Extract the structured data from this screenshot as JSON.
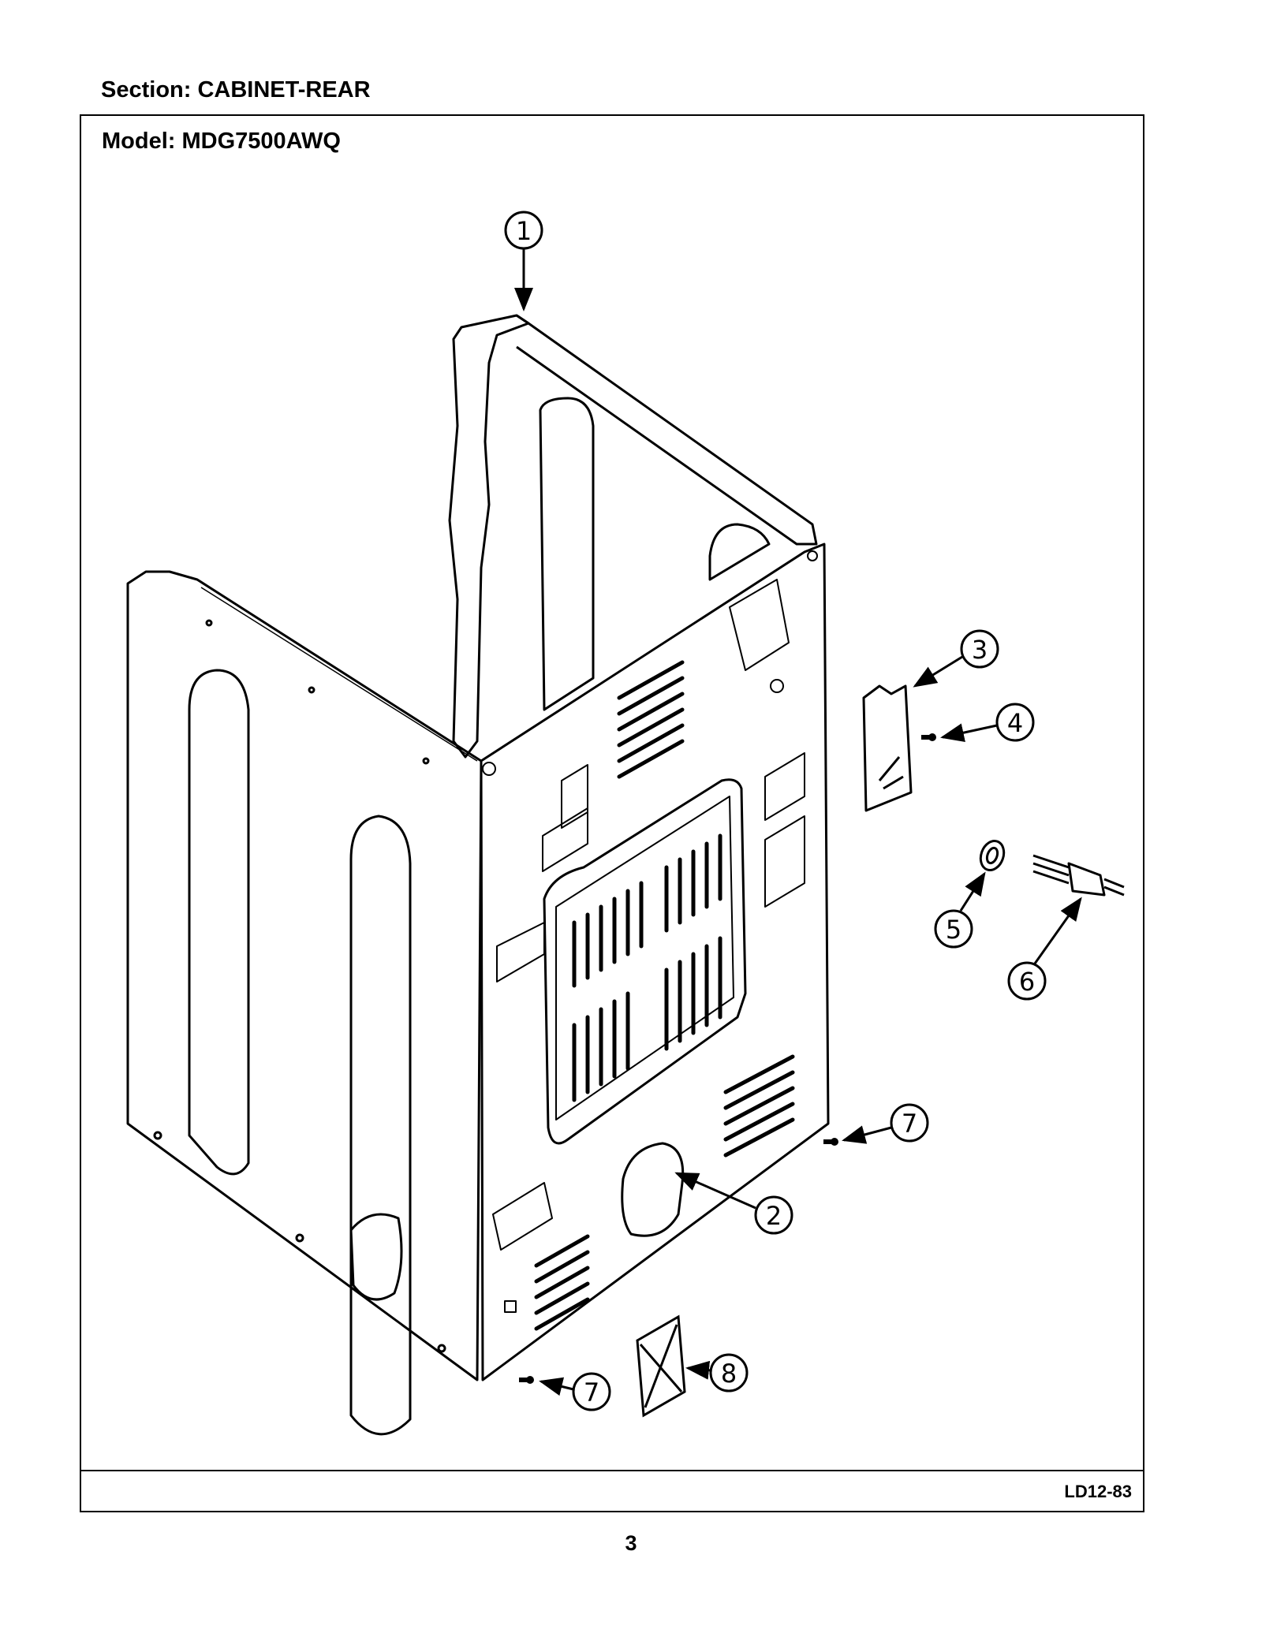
{
  "header": {
    "section": "Section:  CABINET-REAR"
  },
  "frame": {
    "model": "Model:  MDG7500AWQ",
    "code": "LD12-83"
  },
  "page_number": "3",
  "callouts": [
    {
      "label": "1"
    },
    {
      "label": "2"
    },
    {
      "label": "3"
    },
    {
      "label": "4"
    },
    {
      "label": "5"
    },
    {
      "label": "6"
    },
    {
      "label": "7"
    },
    {
      "label": "7"
    },
    {
      "label": "8"
    }
  ]
}
